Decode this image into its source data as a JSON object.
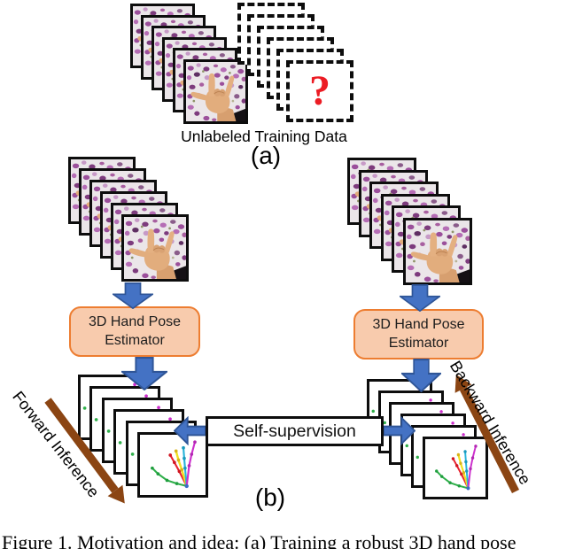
{
  "panel_a": {
    "label": "(a)",
    "caption": "Unlabeled Training Data",
    "unknown_mark": "?"
  },
  "panel_b": {
    "label": "(b)",
    "estimator_line1": "3D Hand Pose",
    "estimator_line2": "Estimator",
    "self_supervision_label": "Self-supervision",
    "forward_label": "Forward Inference",
    "backward_label": "Backward Inference"
  },
  "figure_caption": "Figure 1. Motivation and idea: (a) Training a robust 3D hand pose",
  "colors": {
    "arrow_blue": "#4472C4",
    "arrow_blue_border": "#2F5597",
    "estimator_fill": "#F8CBAD",
    "estimator_border": "#ED7D31",
    "inference_brown": "#8B4513",
    "question_red": "#EC1C24"
  }
}
